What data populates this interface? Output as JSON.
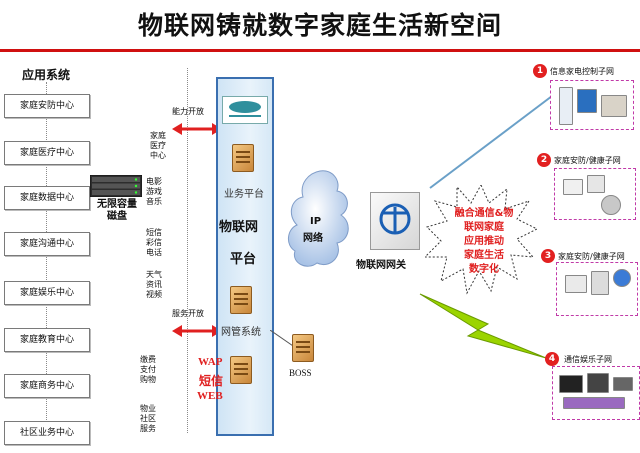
{
  "title": "物联网铸就数字家庭生活新空间",
  "app_system_label": "应用系统",
  "app_boxes": [
    "家庭安防中心",
    "家庭医疗中心",
    "家庭数据中心",
    "家庭沟通中心",
    "家庭娱乐中心",
    "家庭教育中心",
    "家庭商务中心",
    "社区业务中心"
  ],
  "storage_label_line1": "无限容量",
  "storage_label_line2": "磁盘",
  "capability_open": "能力开放",
  "service_open": "服务开放",
  "service_groups": [
    [
      "家庭",
      "医疗",
      "中心"
    ],
    [
      "电影",
      "游戏",
      "音乐"
    ],
    [
      "短信",
      "彩信",
      "电话"
    ],
    [
      "天气",
      "资讯",
      "视频"
    ],
    [
      "缴费",
      "支付",
      "购物"
    ],
    [
      "物业",
      "社区",
      "服务"
    ]
  ],
  "platform": {
    "business_platform": "业务平台",
    "iot_line1": "物联网",
    "iot_line2": "平台",
    "network_mgmt": "网管系统",
    "wap": "WAP",
    "sms": "短信",
    "web": "WEB"
  },
  "boss_label": "BOSS",
  "ip_cloud_line1": "IP",
  "ip_cloud_line2": "网络",
  "gateway_label": "物联网网关",
  "starburst_lines": [
    "融合通信&物",
    "联网家庭",
    "应用推动",
    "家庭生活",
    "数字化"
  ],
  "subnets": [
    {
      "num": "1",
      "label": "信息家电控制子网"
    },
    {
      "num": "2",
      "label": "家庭安防/健康子网"
    },
    {
      "num": "3",
      "label": "家庭安防/健康子网"
    },
    {
      "num": "4",
      "label": "通信娱乐子网"
    }
  ],
  "colors": {
    "accent_red": "#d01010",
    "platform_blue": "#3a6fb0",
    "subnet_border": "#c03aa8"
  }
}
